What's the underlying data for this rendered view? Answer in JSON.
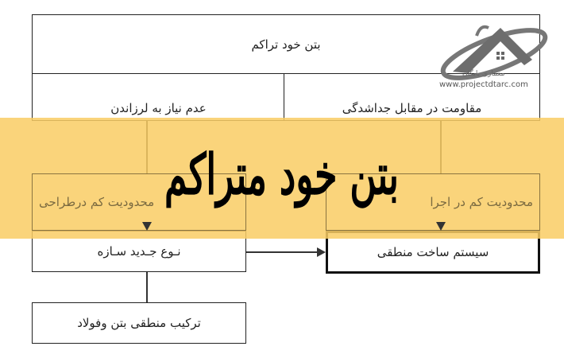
{
  "diagram": {
    "top": "بتن خود تراکم",
    "row2_left": "عدم نیاز  به لرزاندن",
    "row2_right": "مقاومت در مقابل جداشدگی",
    "row3_left": "محدودیت کم درطراحی",
    "row3_right": "محدودیت کم در اجرا",
    "row4_left": "نـوع جـدید سـازه",
    "row4_right": "سیستم ساخت منطقی",
    "row5_left": "ترکیب منطقی بتن وفولاد"
  },
  "banner": {
    "title": "بتن خود متراکم",
    "color": "#f9cd64"
  },
  "logo": {
    "name": "معماری پایگان",
    "url": "www.projectdtarc.com"
  }
}
